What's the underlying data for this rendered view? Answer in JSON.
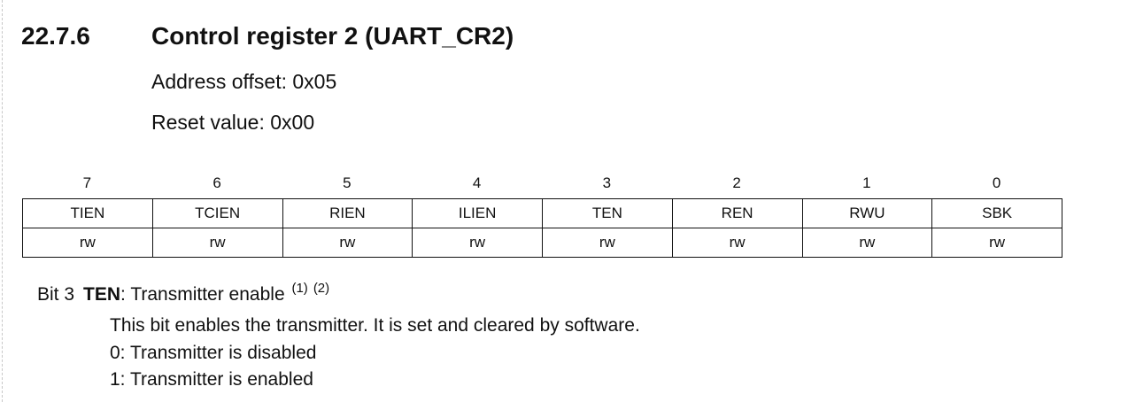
{
  "section": {
    "number": "22.7.6",
    "title": "Control register 2 (UART_CR2)",
    "address_offset": "Address offset: 0x05",
    "reset_value": "Reset value: 0x00"
  },
  "register": {
    "bit_numbers": [
      "7",
      "6",
      "5",
      "4",
      "3",
      "2",
      "1",
      "0"
    ],
    "fields": [
      "TIEN",
      "TCIEN",
      "RIEN",
      "ILIEN",
      "TEN",
      "REN",
      "RWU",
      "SBK"
    ],
    "access": [
      "rw",
      "rw",
      "rw",
      "rw",
      "rw",
      "rw",
      "rw",
      "rw"
    ]
  },
  "bit_description": {
    "bit_label": "Bit 3",
    "field_name": "TEN",
    "field_title": ": Transmitter enable",
    "footnote_1": "(1)",
    "footnote_2": "(2)",
    "lines": [
      "This bit enables the transmitter. It is set and cleared by software.",
      "0: Transmitter is disabled",
      "1: Transmitter is enabled"
    ]
  }
}
